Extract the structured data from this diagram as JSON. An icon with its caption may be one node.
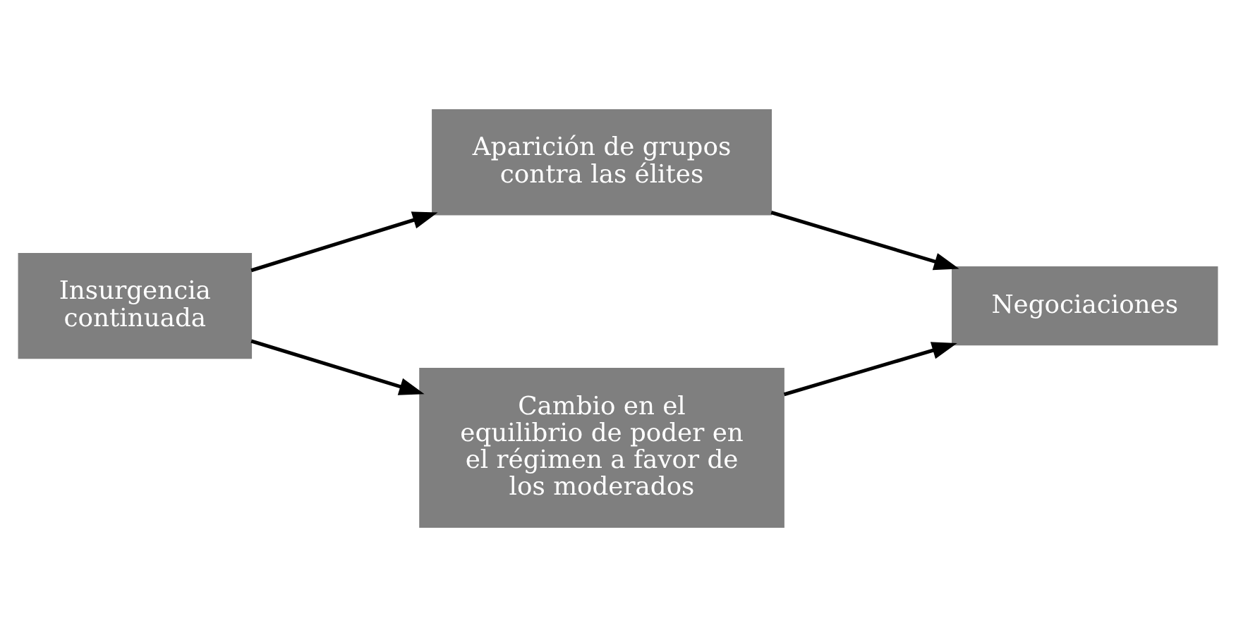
{
  "diagram": {
    "nodes": [
      {
        "text": [
          "Insurgencia continuada"
        ]
      },
      {
        "text": [
          "Aparición de grupos contra las élites"
        ]
      },
      {
        "text": [
          "Cambio en el equilibrio de poder en el régimen a favor de los moderados"
        ]
      },
      {
        "text": [
          "Negociaciones"
        ]
      }
    ],
    "edges": [
      {
        "from": 0,
        "to": 1,
        "arrow": "to"
      },
      {
        "from": 1,
        "to": 3,
        "arrow": "to"
      },
      {
        "from": 0,
        "to": 2,
        "arrow": "to"
      },
      {
        "from": 2,
        "to": 3,
        "arrow": "to"
      }
    ]
  }
}
